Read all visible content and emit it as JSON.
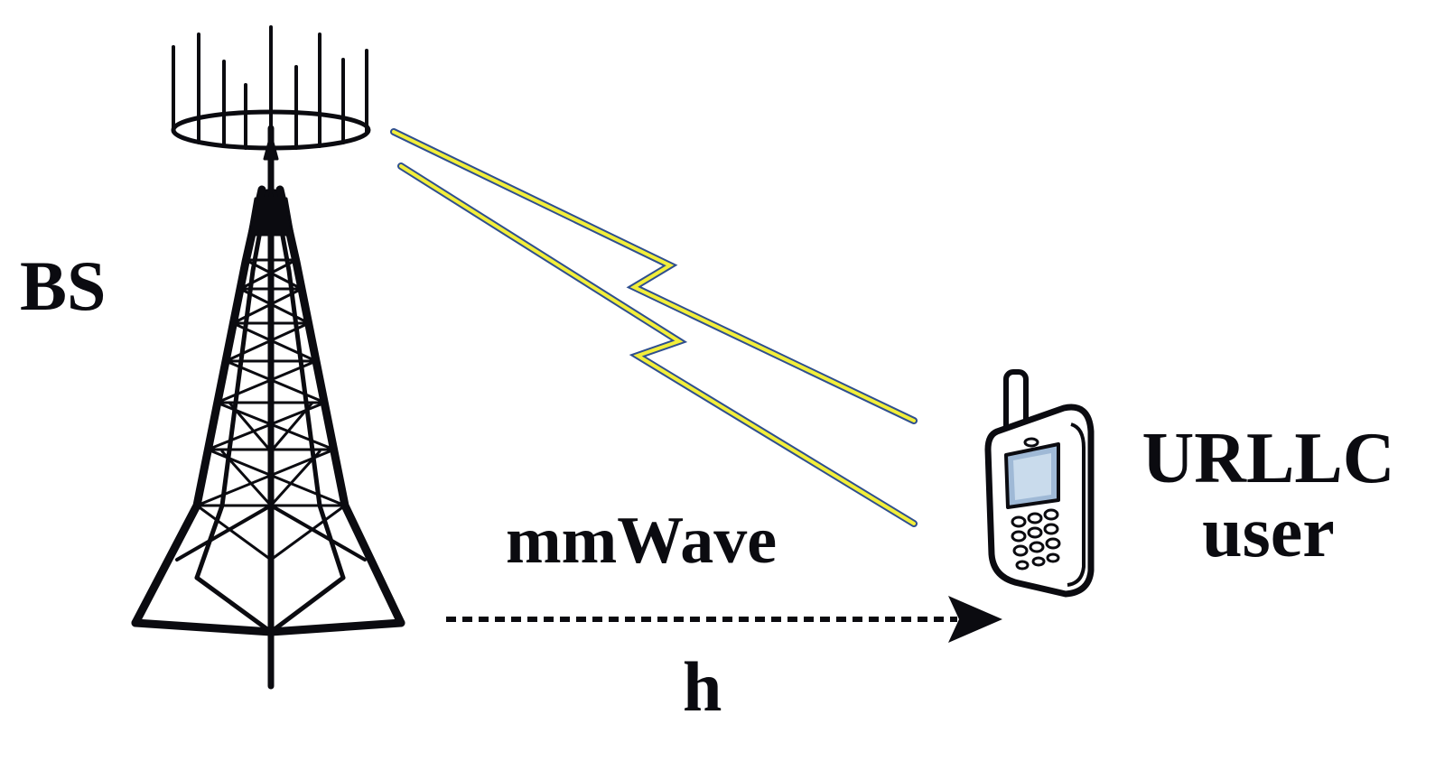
{
  "diagram": {
    "base_station_label": "BS",
    "link_label": "mmWave",
    "channel_label": "h",
    "user_label_line1": "URLLC",
    "user_label_line2": "user"
  },
  "colors": {
    "ink": "#0b0b10",
    "beam": "#2f4f8f",
    "bolt": "#f2ee3a",
    "phone_screen": "#9fb9d6"
  },
  "icons": {
    "tower": "cell-tower-icon",
    "phone": "mobile-phone-icon",
    "beams": "lightning-signal-icon",
    "arrow": "dashed-arrow-icon"
  }
}
